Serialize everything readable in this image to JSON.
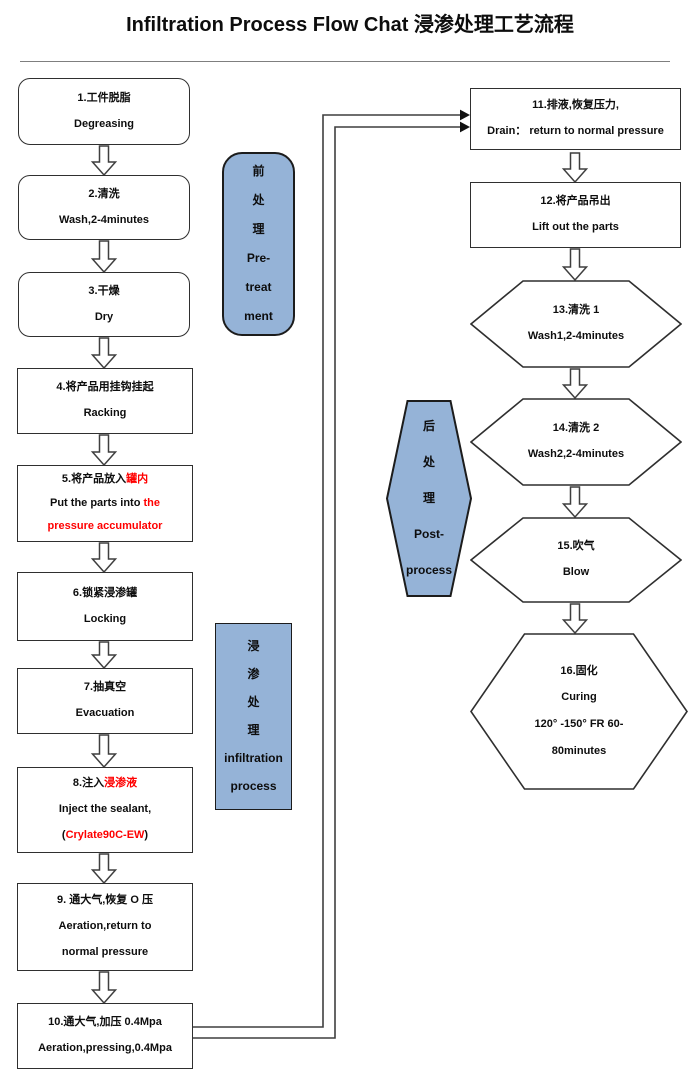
{
  "title": "Infiltration Process Flow Chat 浸渗处理工艺流程",
  "colors": {
    "blue_fill": "#95b3d7",
    "red_text": "#ff0000",
    "box_border": "#2f2f2f",
    "arrow_outline": "#3f3f3f",
    "divider": "#7f7f7f",
    "text": "#0d0d0d"
  },
  "nodes": {
    "step1": {
      "lines": [
        [
          {
            "t": "1.工件脱脂"
          }
        ],
        [
          {
            "t": "Degreasing"
          }
        ]
      ]
    },
    "step2": {
      "lines": [
        [
          {
            "t": "2.清洗"
          }
        ],
        [
          {
            "t": "Wash,2-4minutes"
          }
        ]
      ]
    },
    "step3": {
      "lines": [
        [
          {
            "t": "3.干燥"
          }
        ],
        [
          {
            "t": "Dry"
          }
        ]
      ]
    },
    "step4": {
      "lines": [
        [
          {
            "t": "4.将产品用挂钩挂起"
          }
        ],
        [
          {
            "t": "Racking"
          }
        ]
      ]
    },
    "step5": {
      "lines": [
        [
          {
            "t": "5.将产品放入"
          },
          {
            "t": "罐内",
            "c": "red"
          }
        ],
        [
          {
            "t": "Put the parts into "
          },
          {
            "t": "the",
            "c": "red"
          }
        ],
        [
          {
            "t": "pressure accumulator",
            "c": "red"
          }
        ]
      ]
    },
    "step6": {
      "lines": [
        [
          {
            "t": "6.锁紧浸渗罐"
          }
        ],
        [
          {
            "t": "Locking"
          }
        ]
      ]
    },
    "step7": {
      "lines": [
        [
          {
            "t": "7.抽真空"
          }
        ],
        [
          {
            "t": "Evacuation"
          }
        ]
      ]
    },
    "step8": {
      "lines": [
        [
          {
            "t": "8.注入"
          },
          {
            "t": "浸渗液",
            "c": "red"
          }
        ],
        [
          {
            "t": "Inject the sealant,"
          }
        ],
        [
          {
            "t": "("
          },
          {
            "t": "Crylate90C-EW",
            "c": "red"
          },
          {
            "t": ")"
          }
        ]
      ]
    },
    "step9": {
      "lines": [
        [
          {
            "t": "9. 通大气,恢复 O 压"
          }
        ],
        [
          {
            "t": "Aeration,return to"
          }
        ],
        [
          {
            "t": "normal pressure"
          }
        ]
      ]
    },
    "step10": {
      "lines": [
        [
          {
            "t": "10.通大气,加压 0.4Mpa"
          }
        ],
        [
          {
            "t": "Aeration,pressing,0.4Mpa"
          }
        ]
      ]
    },
    "step11": {
      "lines": [
        [
          {
            "t": "11.排液,恢复压力,"
          }
        ],
        [
          {
            "t": "Drain： return to normal pressure"
          }
        ]
      ]
    },
    "step12": {
      "lines": [
        [
          {
            "t": "12.将产品吊出"
          }
        ],
        [
          {
            "t": "Lift out the parts"
          }
        ]
      ]
    },
    "step13": {
      "lines": [
        [
          {
            "t": "13.清洗 1"
          }
        ],
        [
          {
            "t": "Wash1,2-4minutes"
          }
        ]
      ]
    },
    "step14": {
      "lines": [
        [
          {
            "t": "14.清洗 2"
          }
        ],
        [
          {
            "t": "Wash2,2-4minutes"
          }
        ]
      ]
    },
    "step15": {
      "lines": [
        [
          {
            "t": "15.吹气"
          }
        ],
        [
          {
            "t": "Blow"
          }
        ]
      ]
    },
    "step16": {
      "lines": [
        [
          {
            "t": "16.固化"
          }
        ],
        [
          {
            "t": "Curing"
          }
        ],
        [
          {
            "t": "120° -150° FR 60-"
          }
        ],
        [
          {
            "t": "80minutes"
          }
        ]
      ]
    },
    "pre": {
      "lines": [
        [
          {
            "t": "前"
          }
        ],
        [
          {
            "t": "处"
          }
        ],
        [
          {
            "t": "理"
          }
        ],
        [
          {
            "t": "Pre-"
          }
        ],
        [
          {
            "t": "treat"
          }
        ],
        [
          {
            "t": "ment"
          }
        ]
      ]
    },
    "infil": {
      "lines": [
        [
          {
            "t": "浸"
          }
        ],
        [
          {
            "t": "渗"
          }
        ],
        [
          {
            "t": "处"
          }
        ],
        [
          {
            "t": "理"
          }
        ],
        [
          {
            "t": "infiltration"
          }
        ],
        [
          {
            "t": "process"
          }
        ]
      ]
    },
    "post": {
      "lines": [
        [
          {
            "t": "后"
          }
        ],
        [
          {
            "t": "处"
          }
        ],
        [
          {
            "t": "理"
          }
        ],
        [
          {
            "t": "Post-"
          }
        ],
        [
          {
            "t": "process"
          }
        ]
      ]
    }
  }
}
